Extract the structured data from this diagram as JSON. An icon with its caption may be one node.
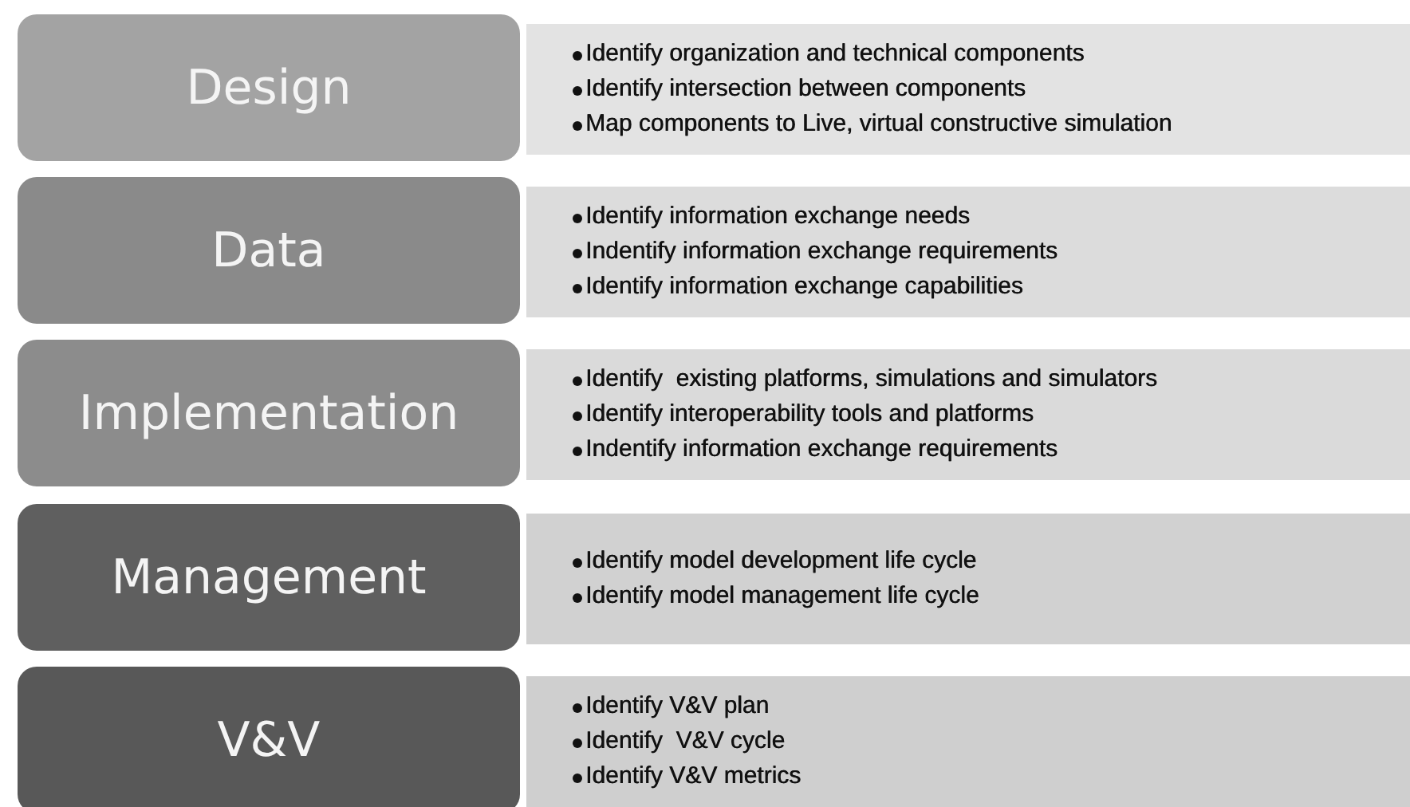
{
  "diagram": {
    "nodes": [
      {
        "text": [
          "Design"
        ]
      },
      {
        "text": [
          "Identify organization and technical components",
          "Identify intersection between components",
          "Map components to Live, virtual constructive simulation"
        ]
      },
      {
        "text": [
          "Data"
        ]
      },
      {
        "text": [
          "Identify information exchange needs",
          "Indentify information exchange requirements",
          "Identify information exchange capabilities"
        ]
      },
      {
        "text": [
          "Implementation"
        ]
      },
      {
        "text": [
          "Identify  existing platforms, simulations and simulators",
          "Identify interoperability tools and platforms",
          "Indentify information exchange requirements"
        ]
      },
      {
        "text": [
          "Management"
        ]
      },
      {
        "text": [
          "Identify model development life cycle",
          "Identify model management life cycle"
        ]
      },
      {
        "text": [
          "V&V"
        ]
      },
      {
        "text": [
          "Identify V&V plan",
          "Identify  V&V cycle",
          "Identify V&V metrics"
        ]
      }
    ]
  }
}
